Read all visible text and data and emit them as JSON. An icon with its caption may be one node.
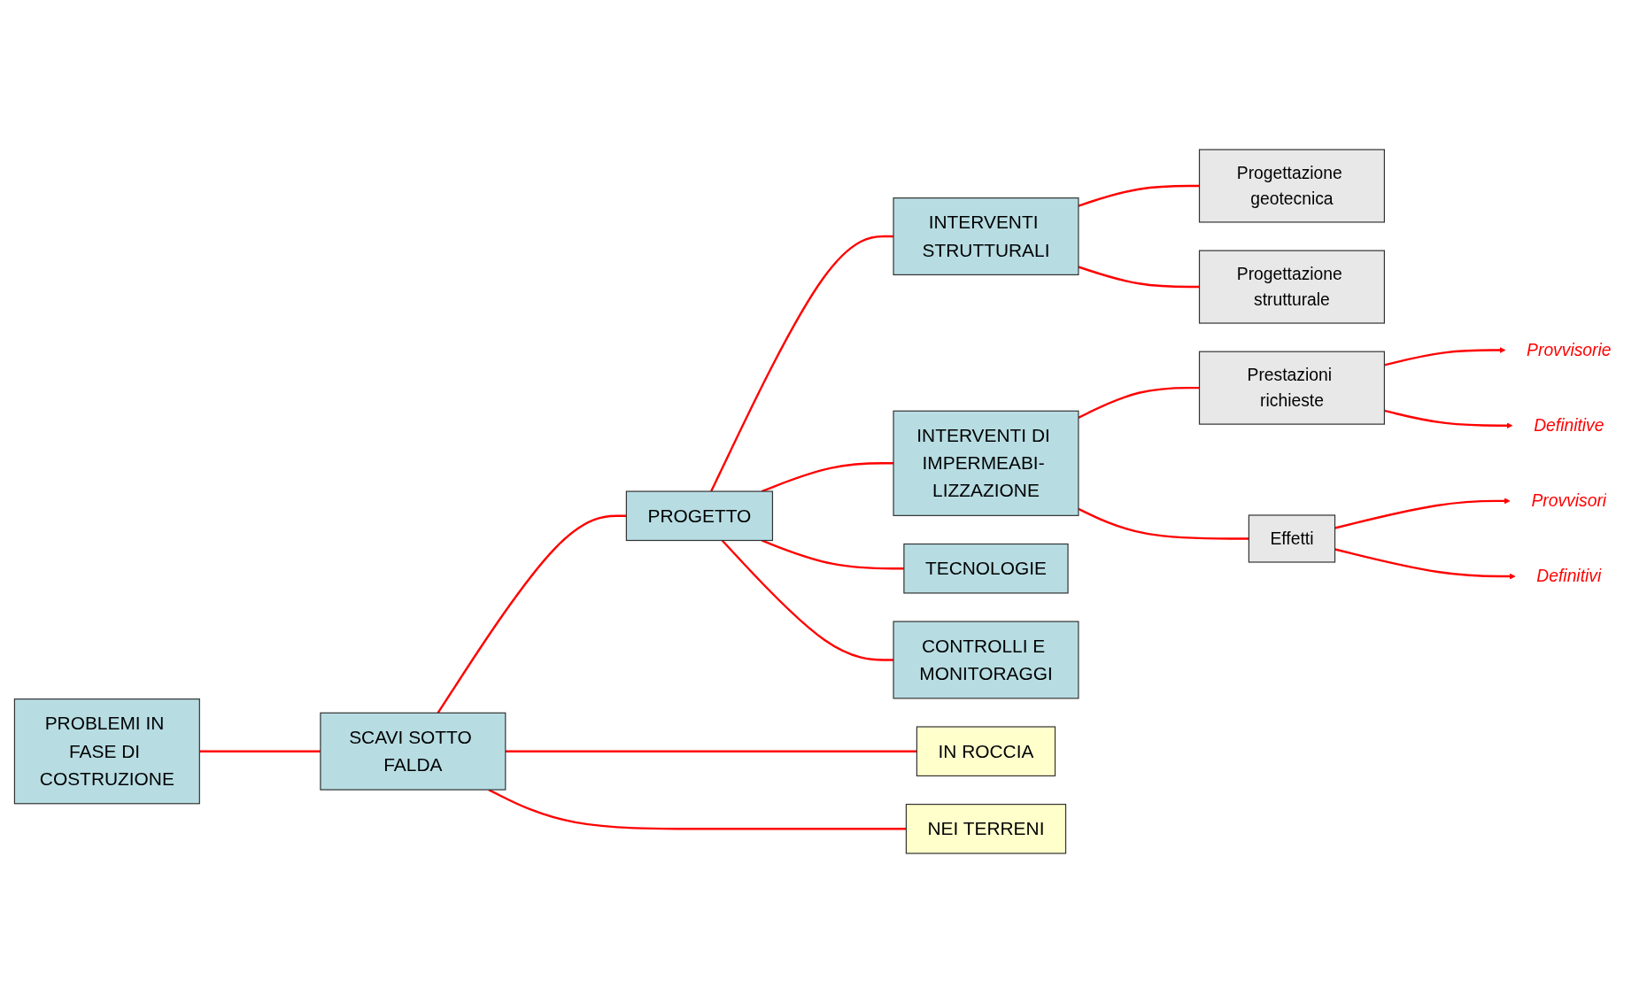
{
  "diagram": {
    "nodes": [
      {
        "text": [
          "PROBLEMI IN FASE DI COSTRUZIONE"
        ]
      },
      {
        "text": [
          "SCAVI SOTTO FALDA"
        ]
      },
      {
        "text": [
          "IN ROCCIA"
        ]
      },
      {
        "text": [
          "NEI TERRENI"
        ]
      },
      {
        "text": [
          "PROGETTO"
        ]
      },
      {
        "text": [
          "INTERVENTI STRUTTURALI"
        ]
      },
      {
        "text": [
          "INTERVENTI DI IMPERMEABI- LIZZAZIONE"
        ]
      },
      {
        "text": [
          "TECNOLOGIE"
        ]
      },
      {
        "text": [
          "CONTROLLI E MONITORAGGI"
        ]
      },
      {
        "text": [
          "Progettazione geotecnica"
        ]
      },
      {
        "text": [
          "Progettazione strutturale"
        ]
      },
      {
        "text": [
          "Prestazioni richieste"
        ]
      },
      {
        "text": [
          "Effetti"
        ]
      },
      {
        "text": [
          "Provvisorie"
        ]
      },
      {
        "text": [
          "Definitive"
        ]
      },
      {
        "text": [
          "Provvisori"
        ]
      },
      {
        "text": [
          "Definitivi"
        ]
      }
    ],
    "edges": [
      {
        "from": 0,
        "to": 1,
        "arrow": "none"
      },
      {
        "from": 1,
        "to": 2,
        "arrow": "none"
      },
      {
        "from": 1,
        "to": 3,
        "arrow": "none"
      },
      {
        "from": 1,
        "to": 4,
        "arrow": "none"
      },
      {
        "from": 4,
        "to": 5,
        "arrow": "none"
      },
      {
        "from": 4,
        "to": 6,
        "arrow": "none"
      },
      {
        "from": 4,
        "to": 7,
        "arrow": "none"
      },
      {
        "from": 4,
        "to": 8,
        "arrow": "none"
      },
      {
        "from": 5,
        "to": 9,
        "arrow": "none"
      },
      {
        "from": 5,
        "to": 10,
        "arrow": "none"
      },
      {
        "from": 6,
        "to": 11,
        "arrow": "none"
      },
      {
        "from": 6,
        "to": 12,
        "arrow": "none"
      },
      {
        "from": 11,
        "to": 13,
        "arrow": "to"
      },
      {
        "from": 11,
        "to": 14,
        "arrow": "to"
      },
      {
        "from": 12,
        "to": 15,
        "arrow": "to"
      },
      {
        "from": 12,
        "to": 16,
        "arrow": "to"
      }
    ]
  }
}
